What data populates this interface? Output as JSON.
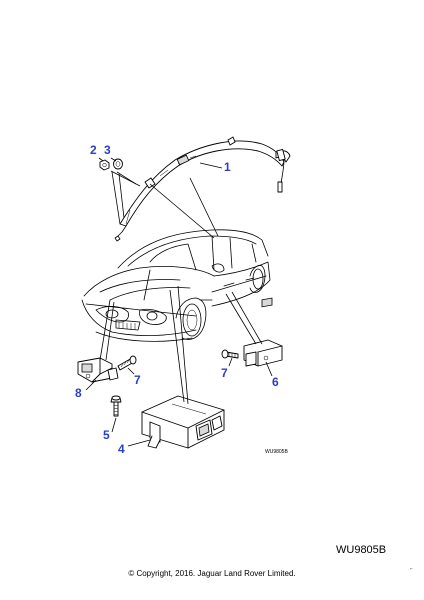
{
  "diagram": {
    "callouts": [
      {
        "id": "1",
        "label": "1"
      },
      {
        "id": "2",
        "label": "2"
      },
      {
        "id": "3",
        "label": "3"
      },
      {
        "id": "4",
        "label": "4"
      },
      {
        "id": "5",
        "label": "5"
      },
      {
        "id": "6",
        "label": "6"
      },
      {
        "id": "7a",
        "label": "7"
      },
      {
        "id": "7b",
        "label": "7"
      },
      {
        "id": "8",
        "label": "8"
      }
    ],
    "inline_code": "WU9805B"
  },
  "footer": {
    "reference_code": "WU9805B",
    "copyright": "© Copyright, 2016. Jaguar Land Rover Limited."
  },
  "colors": {
    "callout": "#2a3fc7",
    "line": "#000000"
  }
}
